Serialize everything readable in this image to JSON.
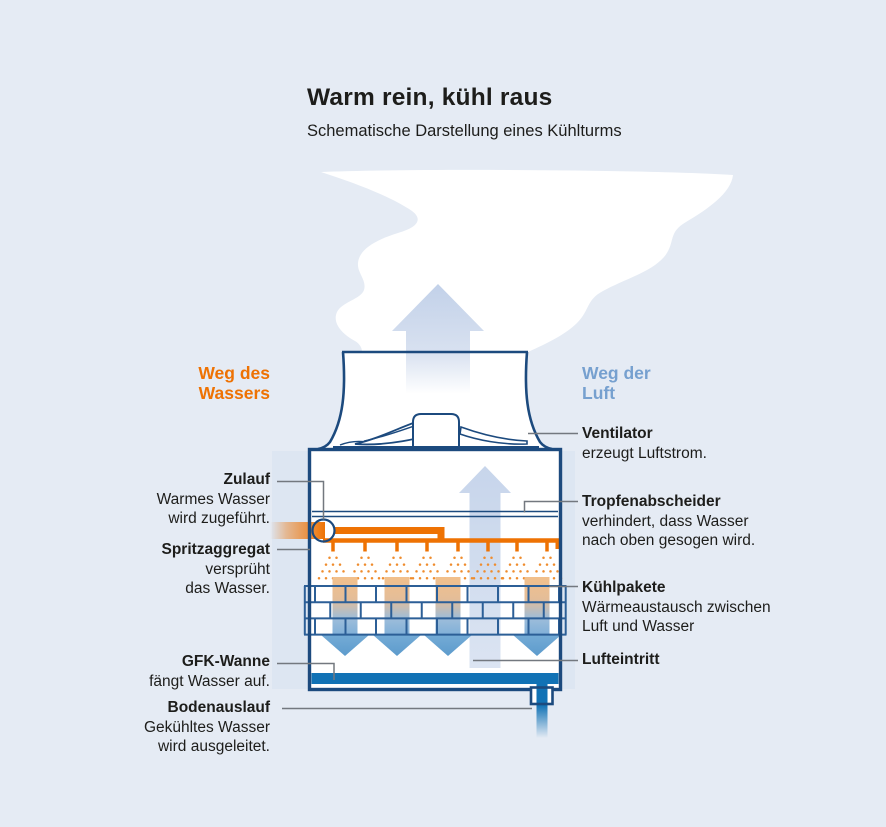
{
  "title": "Warm rein, kühl raus",
  "subtitle": "Schematische Darstellung eines Kühlturms",
  "legend": {
    "water": "Weg des Wassers",
    "air": "Weg der Luft"
  },
  "labels": {
    "left": [
      {
        "term": "Zulauf",
        "desc": "Warmes Wasser\nwird zugeführt."
      },
      {
        "term": "Spritzaggregat",
        "desc": "versprüht\ndas Wasser."
      },
      {
        "term": "GFK-Wanne",
        "desc": "fängt Wasser auf."
      },
      {
        "term": "Bodenauslauf",
        "desc": "Gekühltes Wasser\nwird ausgeleitet."
      }
    ],
    "right": [
      {
        "term": "Ventilator",
        "desc": "erzeugt Luftstrom."
      },
      {
        "term": "Tropfenabscheider",
        "desc": "verhindert, dass Wasser\nnach oben gesogen wird."
      },
      {
        "term": "Kühlpakete",
        "desc": "Wärmeaustausch zwischen\nLuft und Wasser"
      },
      {
        "term": "Lufteintritt",
        "desc": ""
      }
    ]
  },
  "colors": {
    "background": "#e5ebf4",
    "outline_navy": "#1c4a7e",
    "water_orange": "#ee7203",
    "air_label_blue": "#76a0cf",
    "basin_blue": "#1172b5",
    "steam_white": "#ffffff",
    "air_arrow_blue": "#cbd8ec",
    "callout_grey": "#73787f",
    "text": "#1d1d1b",
    "brick_line_blue": "#2c5f97"
  }
}
